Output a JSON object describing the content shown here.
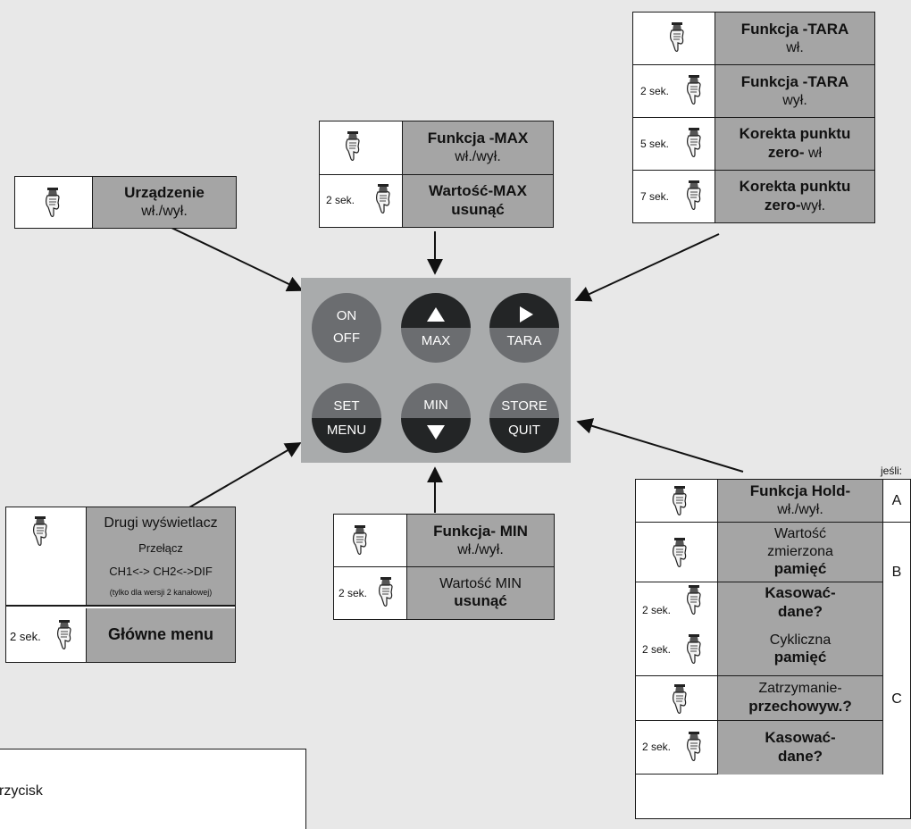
{
  "device_box": {
    "title": "Urządzenie",
    "sub": "wł./wył."
  },
  "max_box": {
    "r1_title": "Funkcja -MAX",
    "r1_sub": "wł./wył.",
    "r2_sek": "2 sek.",
    "r2_title": "Wartość-MAX",
    "r2_sub": "usunąć"
  },
  "tara_box": {
    "r1_title": "Funkcja -TARA",
    "r1_sub": "wł.",
    "r2_sek": "2 sek.",
    "r2_title": "Funkcja -TARA",
    "r2_sub": "wył.",
    "r3_sek": "5 sek.",
    "r3_title": "Korekta punktu",
    "r3_bold": "zero-",
    "r3_rest": " wł",
    "r4_sek": "7 sek.",
    "r4_title": "Korekta punktu",
    "r4_bold": "zero-",
    "r4_rest": "wył."
  },
  "keypad": {
    "on": "ON",
    "off": "OFF",
    "max": "MAX",
    "tara": "TARA",
    "set": "SET",
    "menu": "MENU",
    "min": "MIN",
    "store": "STORE",
    "quit": "QUIT"
  },
  "display_box": {
    "l1": "Drugi wyświetlacz",
    "l2": "Przełącz",
    "l3": "CH1<-> CH2<->DIF",
    "l4": "(tylko dla wersji 2 kanałowej)",
    "r2_sek": "2 sek.",
    "r2_title": "Główne menu"
  },
  "min_box": {
    "r1_title": "Funkcja- MIN",
    "r1_sub": "wł./wył.",
    "r2_sek": "2 sek.",
    "r2_title": "Wartość MIN",
    "r2_sub": "usunąć"
  },
  "store_box": {
    "header": "jeśli:",
    "hold_title": "Funkcja Hold-",
    "hold_sub": "wł./wył.",
    "mv1": "Wartość",
    "mv2": "zmierzona",
    "mv3": "pamięć",
    "del1_sek": "2 sek.",
    "del1_a": "Kasować-",
    "del1_b": "dane?",
    "cyc_sek": "2 sek.",
    "cyc1": "Cykliczna",
    "cyc2": "pamięć",
    "stop1": "Zatrzymanie-",
    "stop2": "przechowyw.?",
    "del2_sek": "2 sek.",
    "del2_a": "Kasować-",
    "del2_b": "dane?",
    "a": "A",
    "b": "B",
    "c": "C"
  },
  "legend": {
    "text": "rzycisk"
  }
}
